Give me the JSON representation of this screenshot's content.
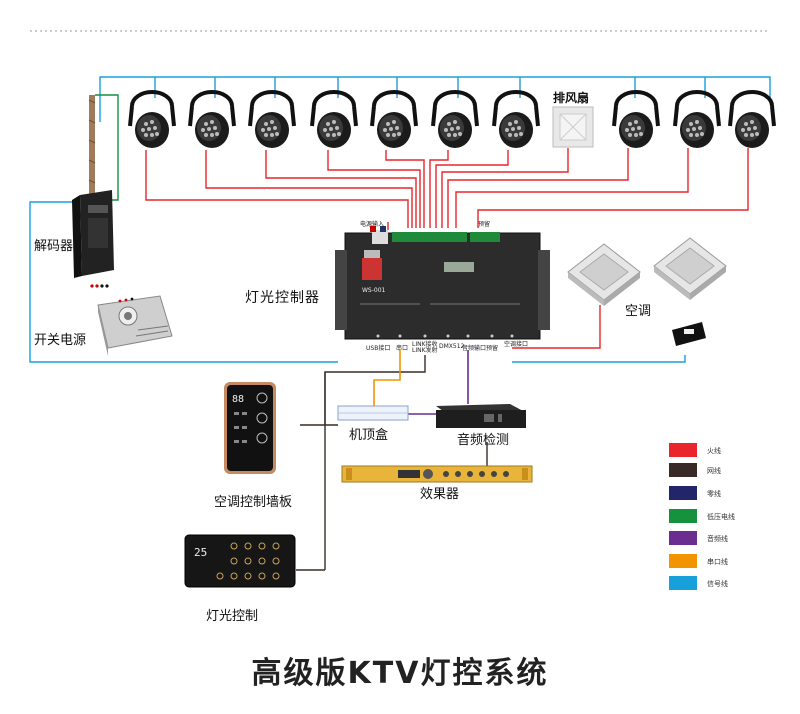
{
  "title": "高级版KTV灯控系统",
  "labels": {
    "decoder": "解码器",
    "switch_power": "开关电源",
    "light_controller": "灯光控制器",
    "exhaust_fan": "排风扇",
    "aircon": "空调",
    "set_top_box": "机顶盒",
    "audio_detect": "音频检测",
    "effects": "效果器",
    "ac_panel": "空调控制墙板",
    "light_panel": "灯光控制"
  },
  "controller_ports": {
    "usb": "USB接口",
    "serial": "串口",
    "link1": "LINK接收",
    "link2": "LINK发射",
    "dmx": "DMX512",
    "audio_in": "音频输口",
    "reserved": "预留",
    "ac_port": "空调接口",
    "power_in": "电源输入",
    "model": "WS-001"
  },
  "panel_display": {
    "ac_value": "88",
    "light_value": "25"
  },
  "legend": [
    {
      "label": "火线",
      "color": "#e8262b"
    },
    {
      "label": "网线",
      "color": "#3a2a27"
    },
    {
      "label": "零线",
      "color": "#23256b"
    },
    {
      "label": "低压电线",
      "color": "#16913e"
    },
    {
      "label": "音频线",
      "color": "#6b2d8f"
    },
    {
      "label": "串口线",
      "color": "#f29400"
    },
    {
      "label": "信号线",
      "color": "#18a0db"
    }
  ],
  "colors": {
    "live": "#e8262b",
    "network": "#3a2a27",
    "neutral": "#23256b",
    "low_voltage": "#16913e",
    "audio": "#6b2d8f",
    "serial": "#f29400",
    "signal": "#18a0db"
  }
}
